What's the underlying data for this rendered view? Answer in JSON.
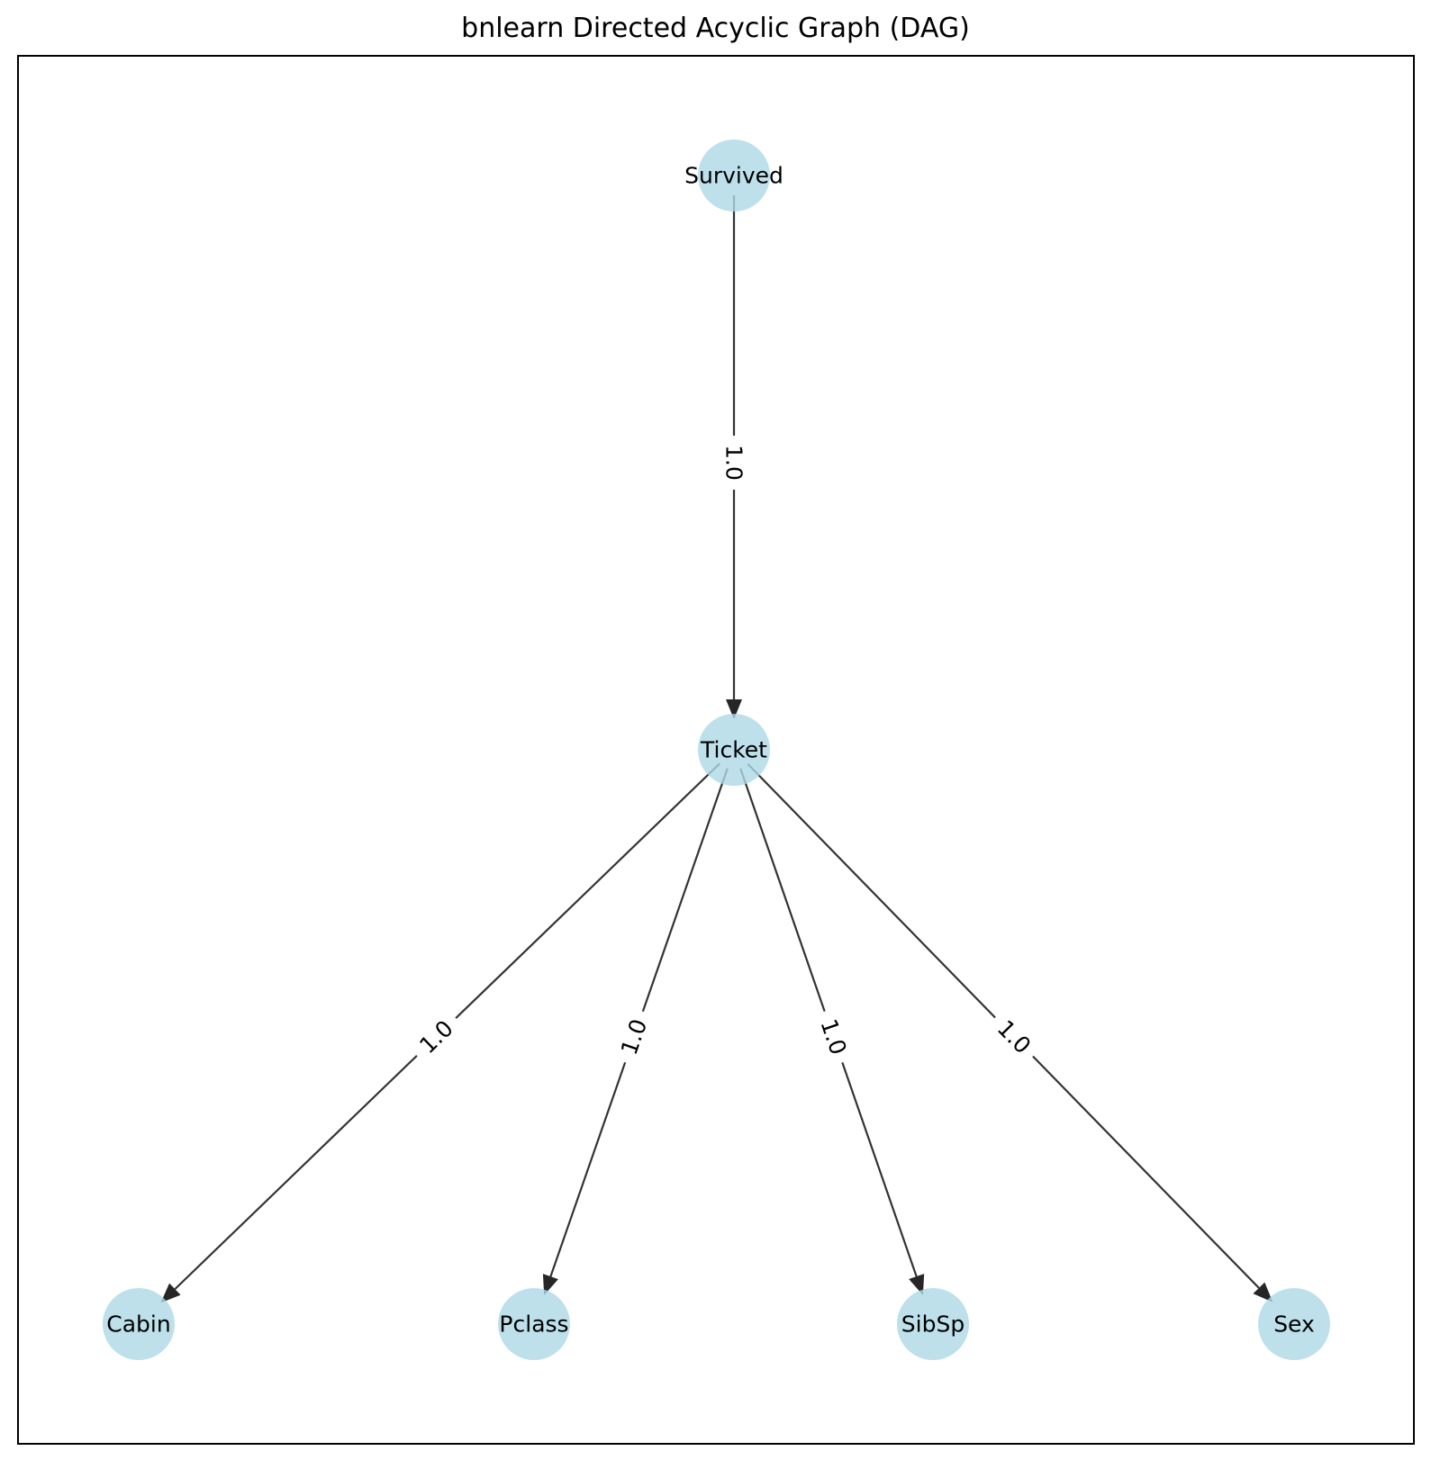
{
  "title": "bnlearn Directed Acyclic Graph (DAG)",
  "colors": {
    "node": "#add8e6",
    "edge": "#333333",
    "border": "#000000"
  },
  "nodes": [
    {
      "id": "Survived",
      "label": "Survived"
    },
    {
      "id": "Ticket",
      "label": "Ticket"
    },
    {
      "id": "Cabin",
      "label": "Cabin"
    },
    {
      "id": "Pclass",
      "label": "Pclass"
    },
    {
      "id": "SibSp",
      "label": "SibSp"
    },
    {
      "id": "Sex",
      "label": "Sex"
    }
  ],
  "edges": [
    {
      "from": "Survived",
      "to": "Ticket",
      "weight": "1.0"
    },
    {
      "from": "Ticket",
      "to": "Cabin",
      "weight": "1.0"
    },
    {
      "from": "Ticket",
      "to": "Pclass",
      "weight": "1.0"
    },
    {
      "from": "Ticket",
      "to": "SibSp",
      "weight": "1.0"
    },
    {
      "from": "Ticket",
      "to": "Sex",
      "weight": "1.0"
    }
  ]
}
